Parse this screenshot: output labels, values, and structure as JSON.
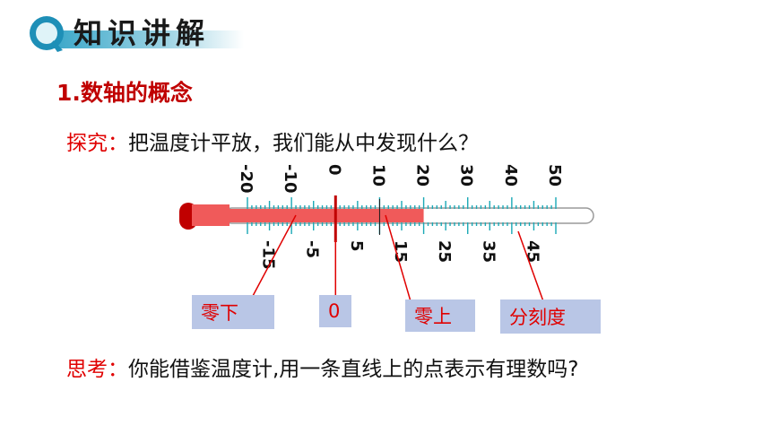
{
  "header": {
    "title": "知识讲解"
  },
  "section": {
    "heading": "1.数轴的概念"
  },
  "explore": {
    "prefix": "探究：",
    "text": "把温度计平放，我们能从中发现什么？"
  },
  "think": {
    "prefix": "思考：",
    "text": "你能借鉴温度计,用一条直线上的点表示有理数吗?"
  },
  "thermometer": {
    "top_labels": [
      "-20",
      "-10",
      "0",
      "10",
      "20",
      "30",
      "40",
      "50"
    ],
    "bottom_labels": [
      "-15",
      "-5",
      "5",
      "15",
      "25",
      "35",
      "45"
    ],
    "reading": 20,
    "scale_min": -20,
    "scale_max": 50
  },
  "callouts": {
    "below_zero": "零下",
    "zero": "0",
    "above_zero": "零上",
    "division": "分刻度"
  },
  "colors": {
    "mercury": "#f05a5a",
    "tick": "#1aa9b6",
    "accent": "#c00000",
    "box": "#b9c6e6"
  }
}
